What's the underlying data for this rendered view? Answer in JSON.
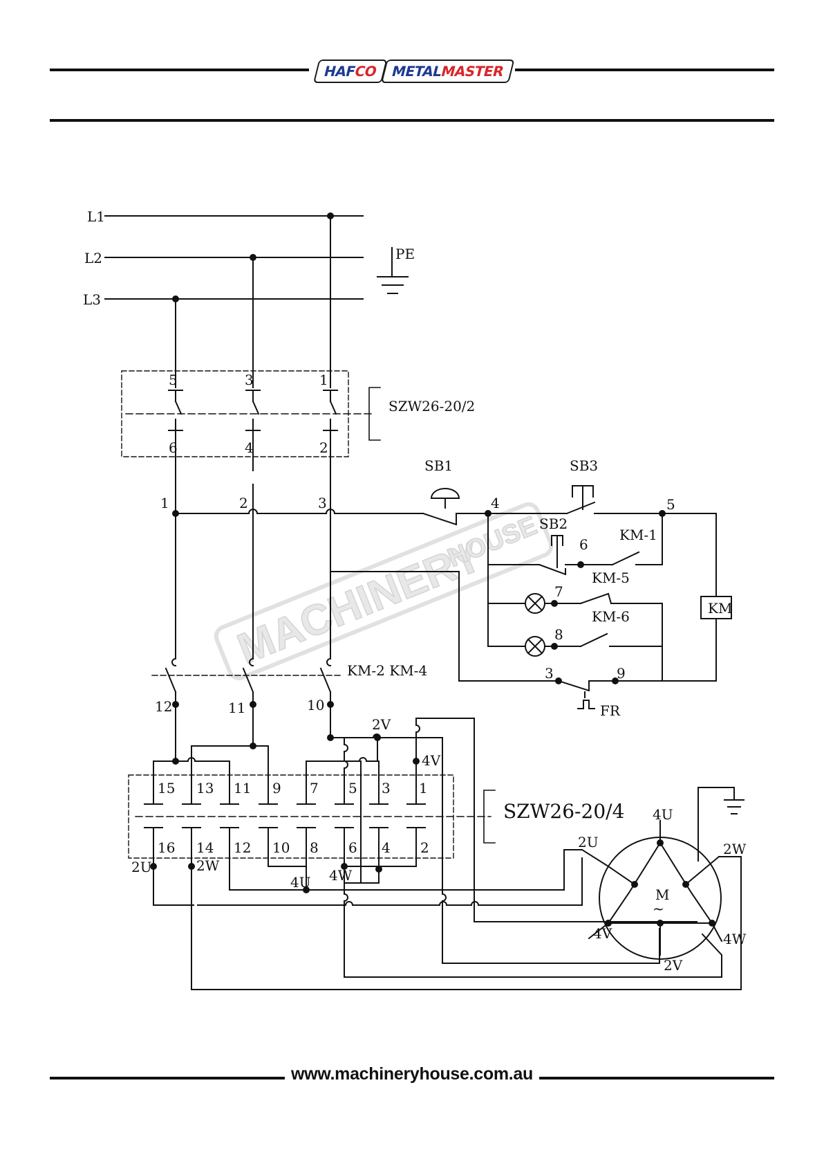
{
  "header": {
    "brand_a1": "HAF",
    "brand_a2": "CO",
    "brand_b1": "METAL",
    "brand_b2": "MASTER"
  },
  "footer": {
    "url": "www.machineryhouse.com.au"
  },
  "watermark": {
    "line1": "MACHINERY",
    "line2": "HOUSE"
  },
  "diagram": {
    "supply": {
      "l1": "L1",
      "l2": "L2",
      "l3": "L3",
      "pe": "PE"
    },
    "switch_main": {
      "model": "SZW26-20/2",
      "top_terminals": [
        "5",
        "3",
        "1"
      ],
      "bottom_terminals": [
        "6",
        "4",
        "2"
      ]
    },
    "nodes": {
      "n1": "1",
      "n2": "2",
      "n3": "3",
      "n4": "4",
      "n5": "5",
      "n6": "6",
      "n7": "7",
      "n8": "8",
      "n3b": "3",
      "n9": "9",
      "n12": "12",
      "n11": "11",
      "n10": "10"
    },
    "control": {
      "sb1": "SB1",
      "sb2": "SB2",
      "sb3": "SB3",
      "km1": "KM-1",
      "km5": "KM-5",
      "km6": "KM-6",
      "km_coil": "KM",
      "fr": "FR",
      "contactor": "KM-2 KM-4"
    },
    "switch_speed": {
      "model": "SZW26-20/4",
      "top_terminals": [
        "15",
        "13",
        "11",
        "9",
        "7",
        "5",
        "3",
        "1"
      ],
      "bottom_terminals": [
        "16",
        "14",
        "12",
        "10",
        "8",
        "6",
        "4",
        "2"
      ]
    },
    "wires": {
      "w2v_top": "2V",
      "w4v_top": "4V",
      "w2u": "2U",
      "w2w": "2W",
      "w4u": "4U",
      "w4w": "4W"
    },
    "motor": {
      "symbol": "M",
      "tilde": "~",
      "m4u": "4U",
      "m2u": "2U",
      "m2w": "2W",
      "m4v": "4V",
      "m4w": "4W",
      "m2v": "2V"
    }
  }
}
